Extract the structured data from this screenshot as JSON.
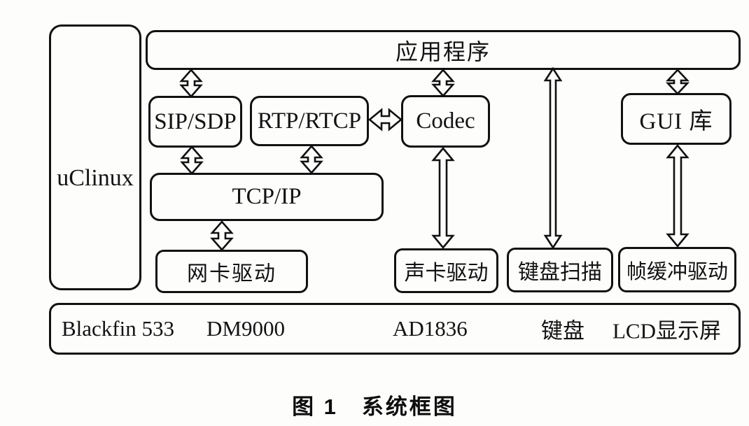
{
  "diagram": {
    "os_label": "uClinux",
    "app_layer_label": "应用程序",
    "modules": {
      "sip": "SIP/SDP",
      "rtp": "RTP/RTCP",
      "codec": "Codec",
      "gui": "GUI 库",
      "tcpip": "TCP/IP",
      "nic_driver": "网卡驱动",
      "sound_driver": "声卡驱动",
      "key_scan": "键盘扫描",
      "framebuffer_driver": "帧缓冲驱动"
    },
    "hardware": {
      "items": [
        "Blackfin 533",
        "DM9000",
        "AD1836",
        "键盘",
        "LCD显示屏"
      ]
    },
    "caption": "图 1　系统框图",
    "colors": {
      "line": "#111111",
      "background": "#fdfdfc"
    }
  }
}
